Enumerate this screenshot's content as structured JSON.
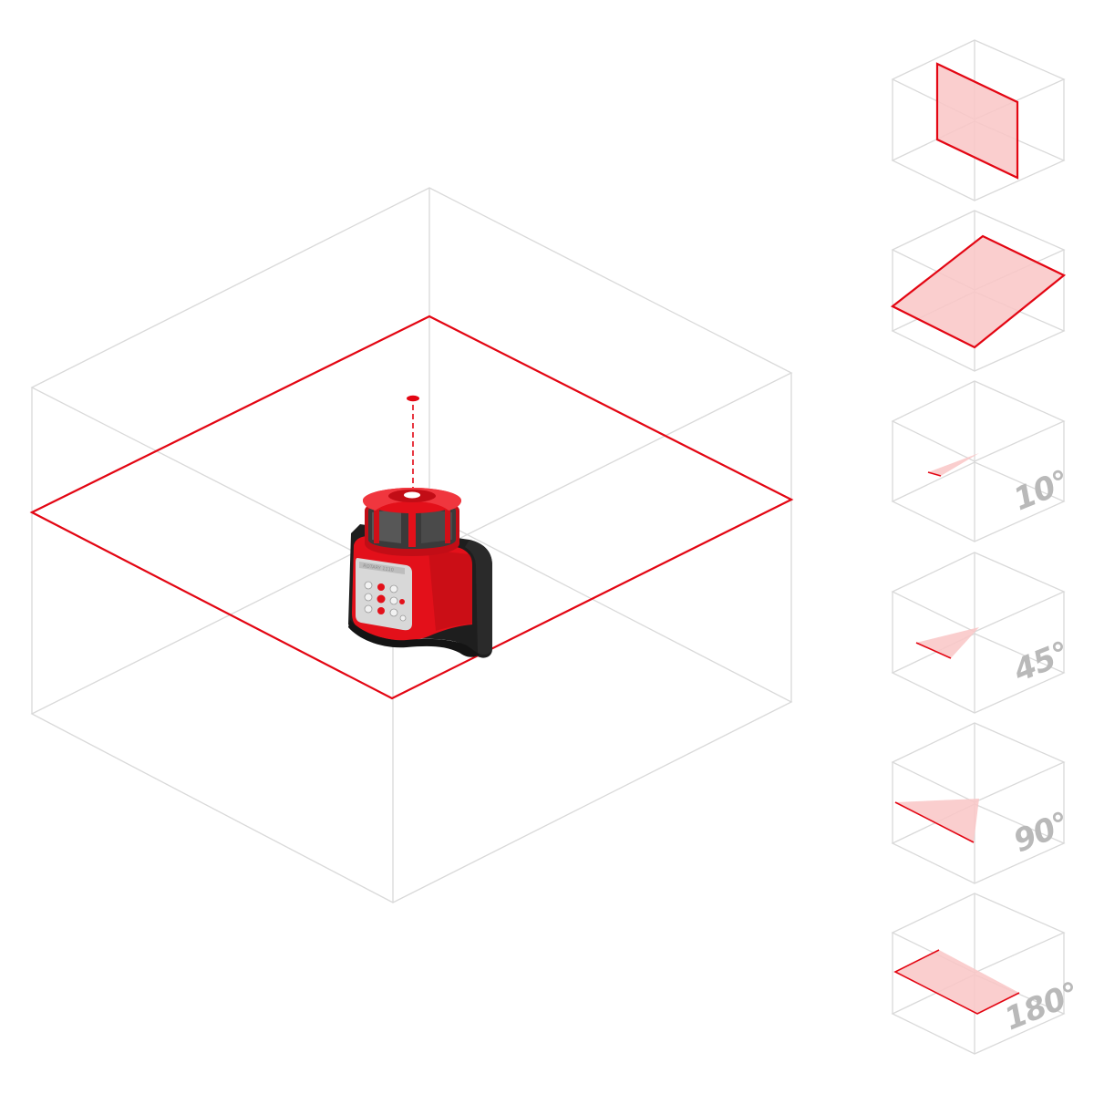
{
  "device": {
    "panel_text": "ROTARY 1110"
  },
  "modes": [
    {
      "id": "vertical-plane",
      "label": ""
    },
    {
      "id": "horizontal-plane",
      "label": ""
    },
    {
      "id": "scan-10",
      "label": "10°"
    },
    {
      "id": "scan-45",
      "label": "45°"
    },
    {
      "id": "scan-90",
      "label": "90°"
    },
    {
      "id": "scan-180",
      "label": "180°"
    }
  ],
  "colors": {
    "laser": "#e30613",
    "laser_fill": "#f9c6c6",
    "box_lines": "#d9d9d9",
    "device_body": "#e3101a",
    "device_rubber": "#1e1e1e",
    "label_gray": "#b9b9b9"
  }
}
